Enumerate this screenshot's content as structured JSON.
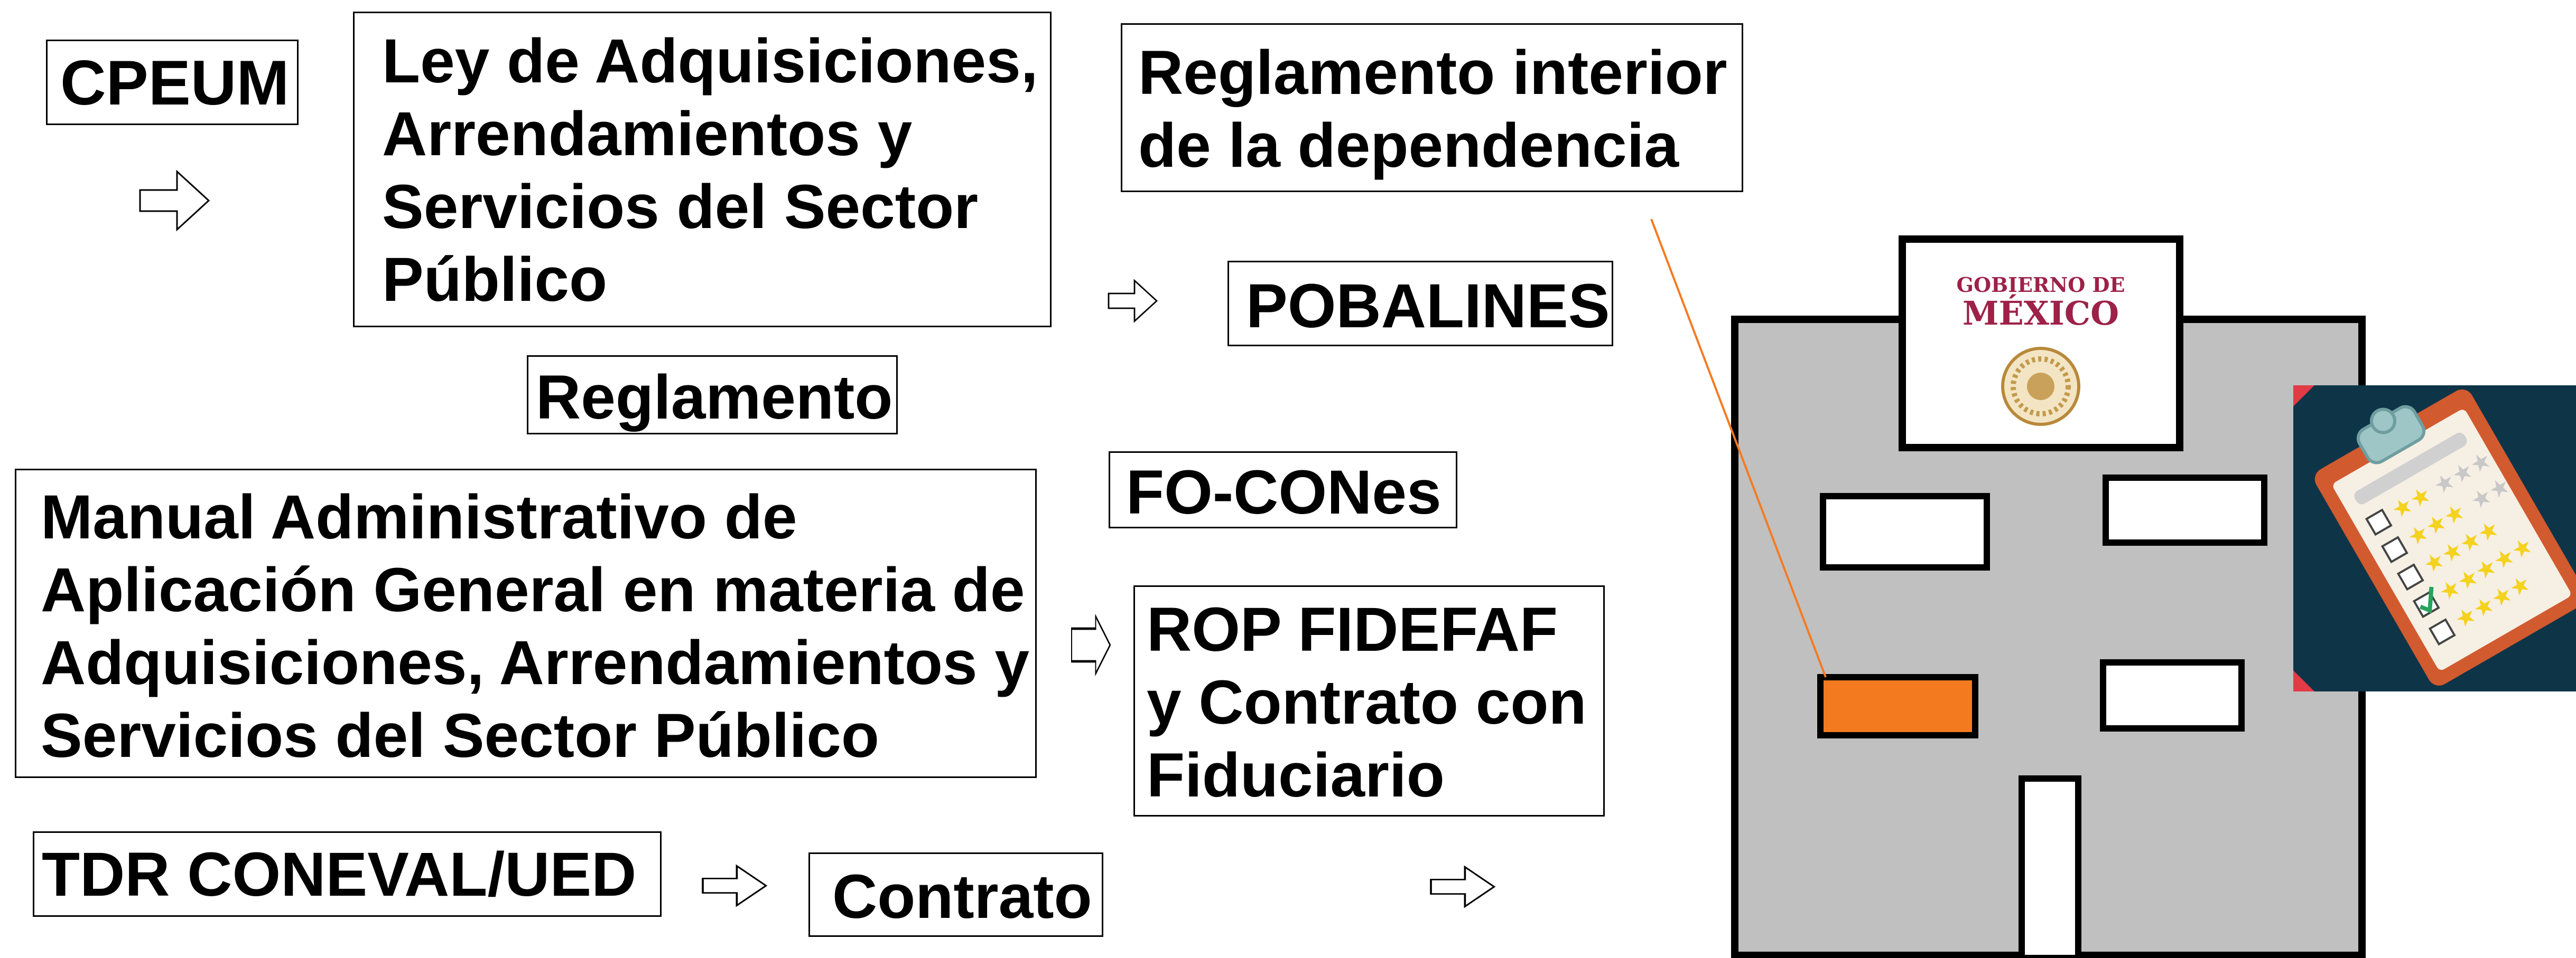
{
  "boxes": {
    "cpeum": "CPEUM",
    "ley": "Ley de Adquisiciones,\nArrendamientos y\nServicios del Sector\nPúblico",
    "reglamento_interior": "Reglamento interior\nde la dependencia",
    "pobalines": "POBALINES",
    "reglamento": "Reglamento",
    "focones": "FO-CONes",
    "manual": "Manual Administrativo de\nAplicación General en materia de\nAdquisiciones, Arrendamientos y\nServicios del Sector Público",
    "rop": "ROP FIDEFAF\ny Contrato con\nFiduciario",
    "tdr": "TDR CONEVAL/UED",
    "contrato": "Contrato"
  },
  "building": {
    "sign_line1": "GOBIERNO DE",
    "sign_line2": "MÉXICO"
  },
  "colors": {
    "building": "#c0c0c0",
    "highlight": "#f47a20",
    "sign_text": "#9d2148",
    "clipboard_bg": "#0e3448",
    "clipboard_board": "#d25a2f",
    "stars": "#f4d21e",
    "check": "#27a35c"
  },
  "icons": [
    "hollow-arrow-icon",
    "gobierno-de-mexico-seal-icon",
    "evaluation-clipboard-icon"
  ]
}
